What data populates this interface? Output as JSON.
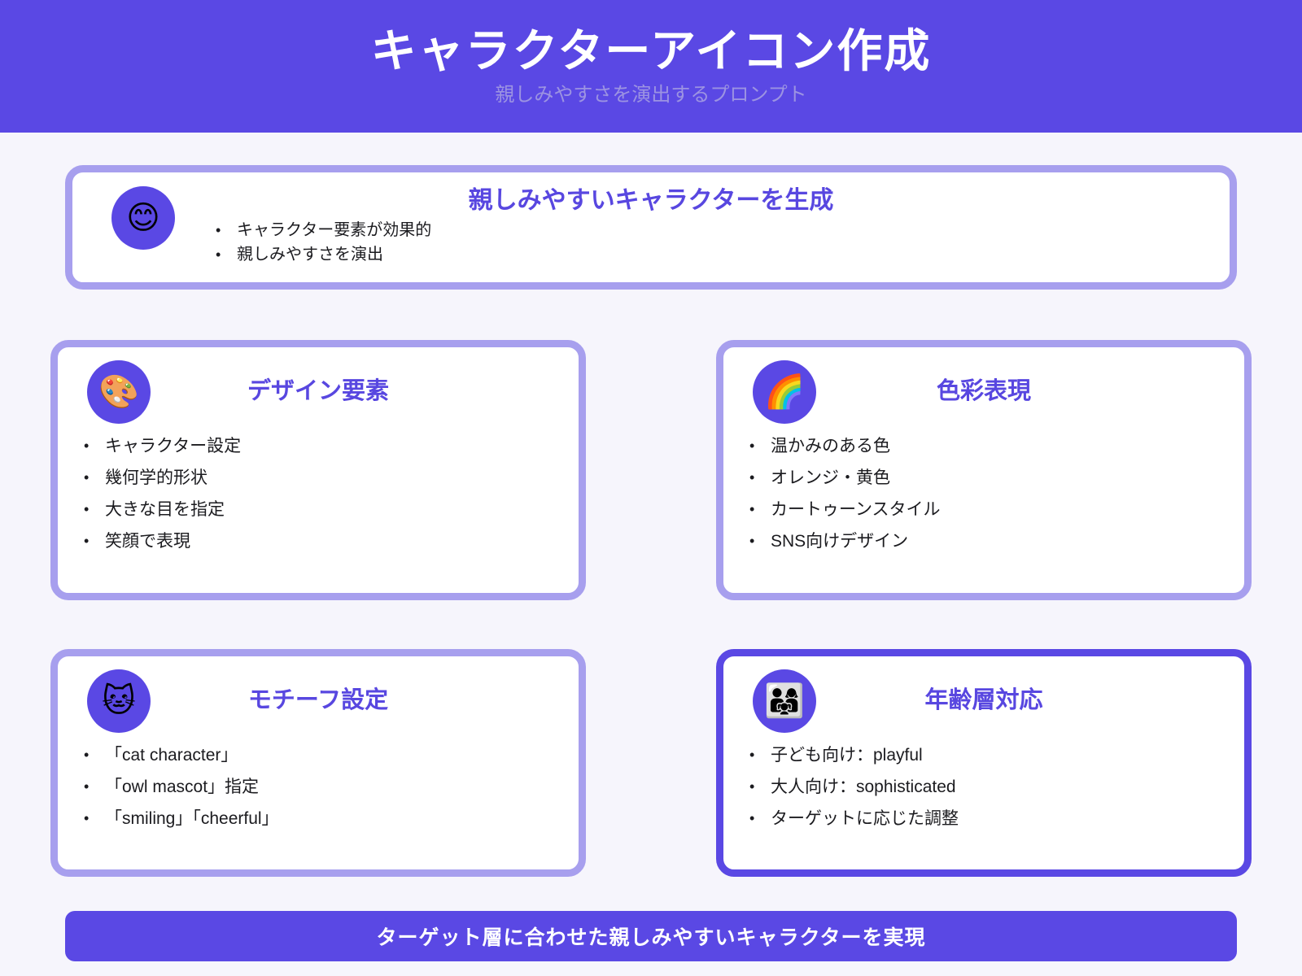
{
  "colors": {
    "primary": "#5a48e4",
    "border_light": "#a79fee",
    "page_bg": "#f6f5fc",
    "card_bg": "#ffffff",
    "text_title": "#5847e0",
    "text_body": "#1b1b1f",
    "header_subtitle": "#9c93e2",
    "footer_text": "#ffffff"
  },
  "header": {
    "title": "キャラクターアイコン作成",
    "subtitle": "親しみやすさを演出するプロンプト"
  },
  "summary_card": {
    "icon": "😊",
    "title": "親しみやすいキャラクターを生成",
    "bullets": [
      "キャラクター要素が効果的",
      "親しみやすさを演出"
    ]
  },
  "cards": [
    {
      "icon": "🎨",
      "title": "デザイン要素",
      "bullets": [
        "キャラクター設定",
        "幾何学的形状",
        "大きな目を指定",
        "笑顔で表現"
      ]
    },
    {
      "icon": "🌈",
      "title": "色彩表現",
      "bullets": [
        "温かみのある色",
        "オレンジ・黄色",
        "カートゥーンスタイル",
        "SNS向けデザイン"
      ]
    },
    {
      "icon": "🐱",
      "title": "モチーフ設定",
      "bullets": [
        "「cat character」",
        "「owl mascot」指定",
        "「smiling」「cheerful」"
      ]
    },
    {
      "icon": "👨‍👩‍👧",
      "title": "年齢層対応",
      "bullets": [
        "子ども向け：playful",
        "大人向け：sophisticated",
        "ターゲットに応じた調整"
      ]
    }
  ],
  "footer": {
    "text": "ターゲット層に合わせた親しみやすいキャラクターを実現"
  }
}
